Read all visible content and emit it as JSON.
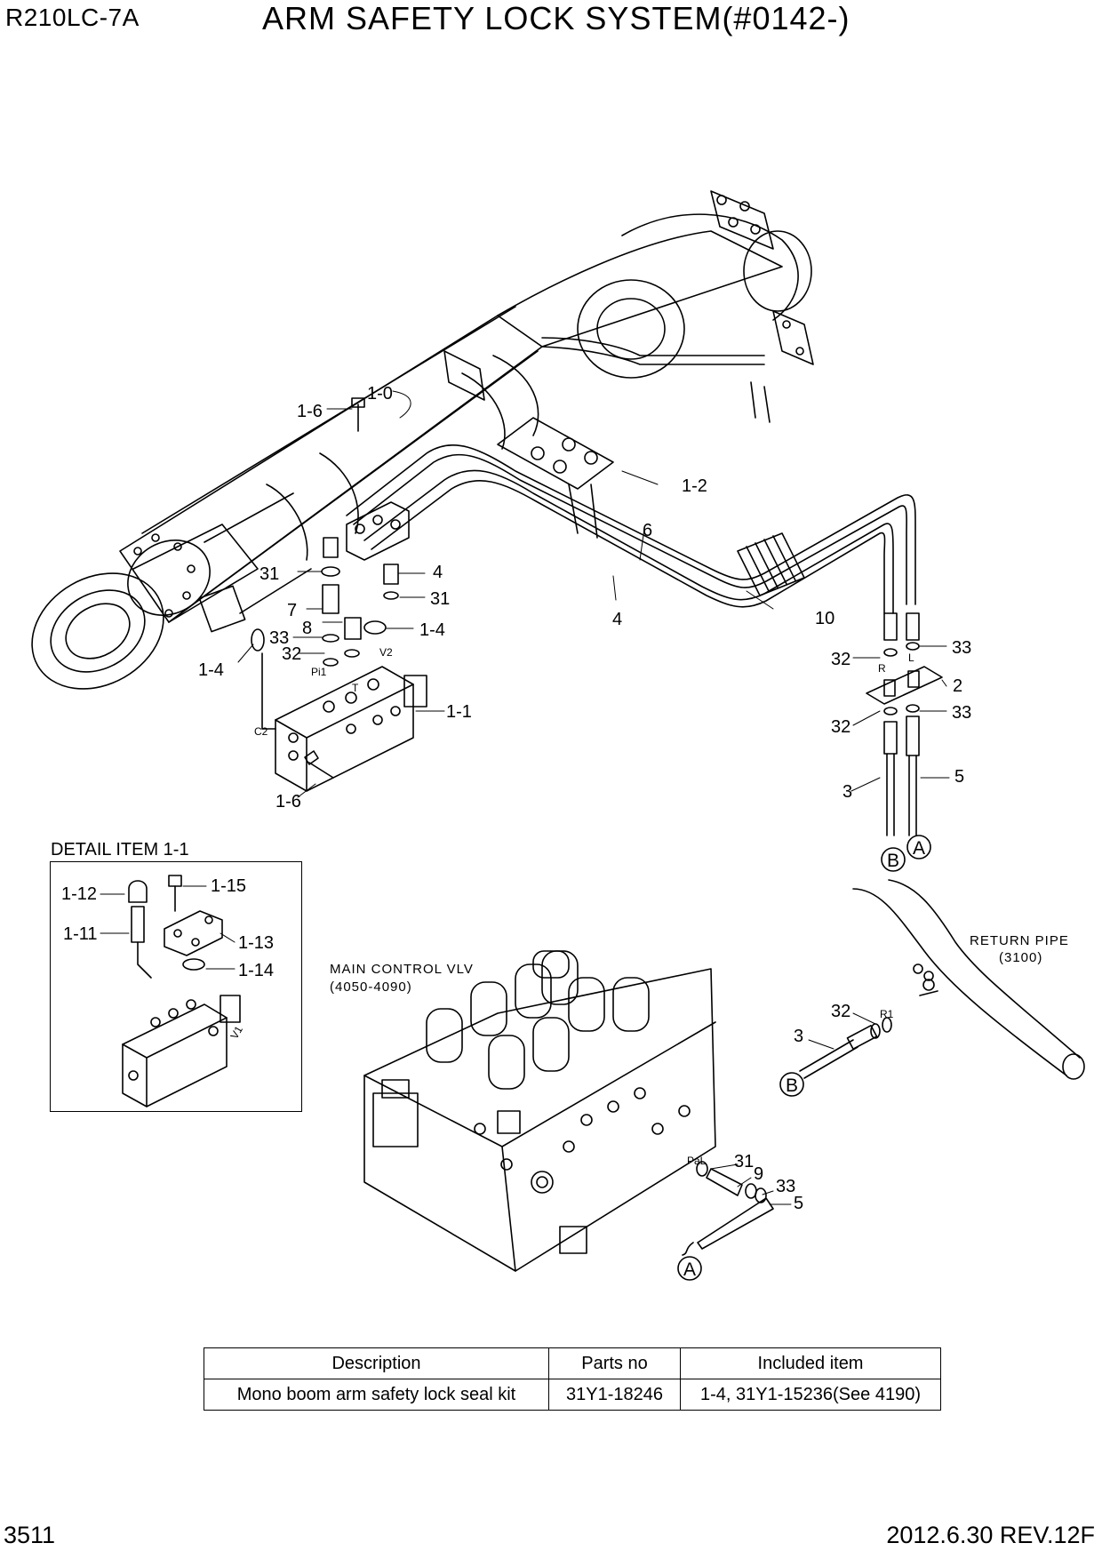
{
  "header": {
    "model": "R210LC-7A",
    "title": "ARM SAFETY LOCK SYSTEM(#0142-)"
  },
  "callouts": {
    "c1_0": "1-0",
    "c1_6_top": "1-6",
    "c1_2": "1-2",
    "c6": "6",
    "c31_left": "31",
    "c4_upper": "4",
    "c31_right": "31",
    "c7": "7",
    "c8": "8",
    "c1_4_right": "1-4",
    "c4_lower": "4",
    "c10": "10",
    "c33_left": "33",
    "c32_left": "32",
    "c1_4_left": "1-4",
    "c1_1": "1-1",
    "c1_6_bottom": "1-6",
    "c32_r_upper": "32",
    "c33_r_upper": "33",
    "c2": "2",
    "c32_r_lower": "32",
    "c33_r_lower": "33",
    "c3_right": "3",
    "c5_right": "5",
    "c1_12": "1-12",
    "c1_15": "1-15",
    "c1_11": "1-11",
    "c1_13": "1-13",
    "c1_14": "1-14",
    "c32_return": "32",
    "c3_return": "3",
    "c31_bottom": "31",
    "c9": "9",
    "c33_bottom": "33",
    "c5_bottom": "5"
  },
  "port_labels": {
    "pi1": "Pi1",
    "t": "T",
    "v2": "V2",
    "c2": "C2",
    "r": "R",
    "l": "L",
    "r1": "R1",
    "pal": "PaL",
    "v1": "V1"
  },
  "circle_refs": {
    "a_right": "A",
    "b_right": "B",
    "b_return": "B",
    "a_bottom": "A"
  },
  "detail": {
    "title": "DETAIL ITEM 1-1"
  },
  "annotations": {
    "main_control_vlv_line1": "MAIN CONTROL VLV",
    "main_control_vlv_line2": "(4050-4090)",
    "return_pipe_line1": "RETURN PIPE",
    "return_pipe_line2": "(3100)"
  },
  "kit_table": {
    "headers": [
      "Description",
      "Parts no",
      "Included item"
    ],
    "rows": [
      [
        "Mono boom arm safety lock seal kit",
        "31Y1-18246",
        "1-4, 31Y1-15236(See 4190)"
      ]
    ]
  },
  "footer": {
    "page": "3511",
    "date_rev": "2012.6.30  REV.12F"
  }
}
